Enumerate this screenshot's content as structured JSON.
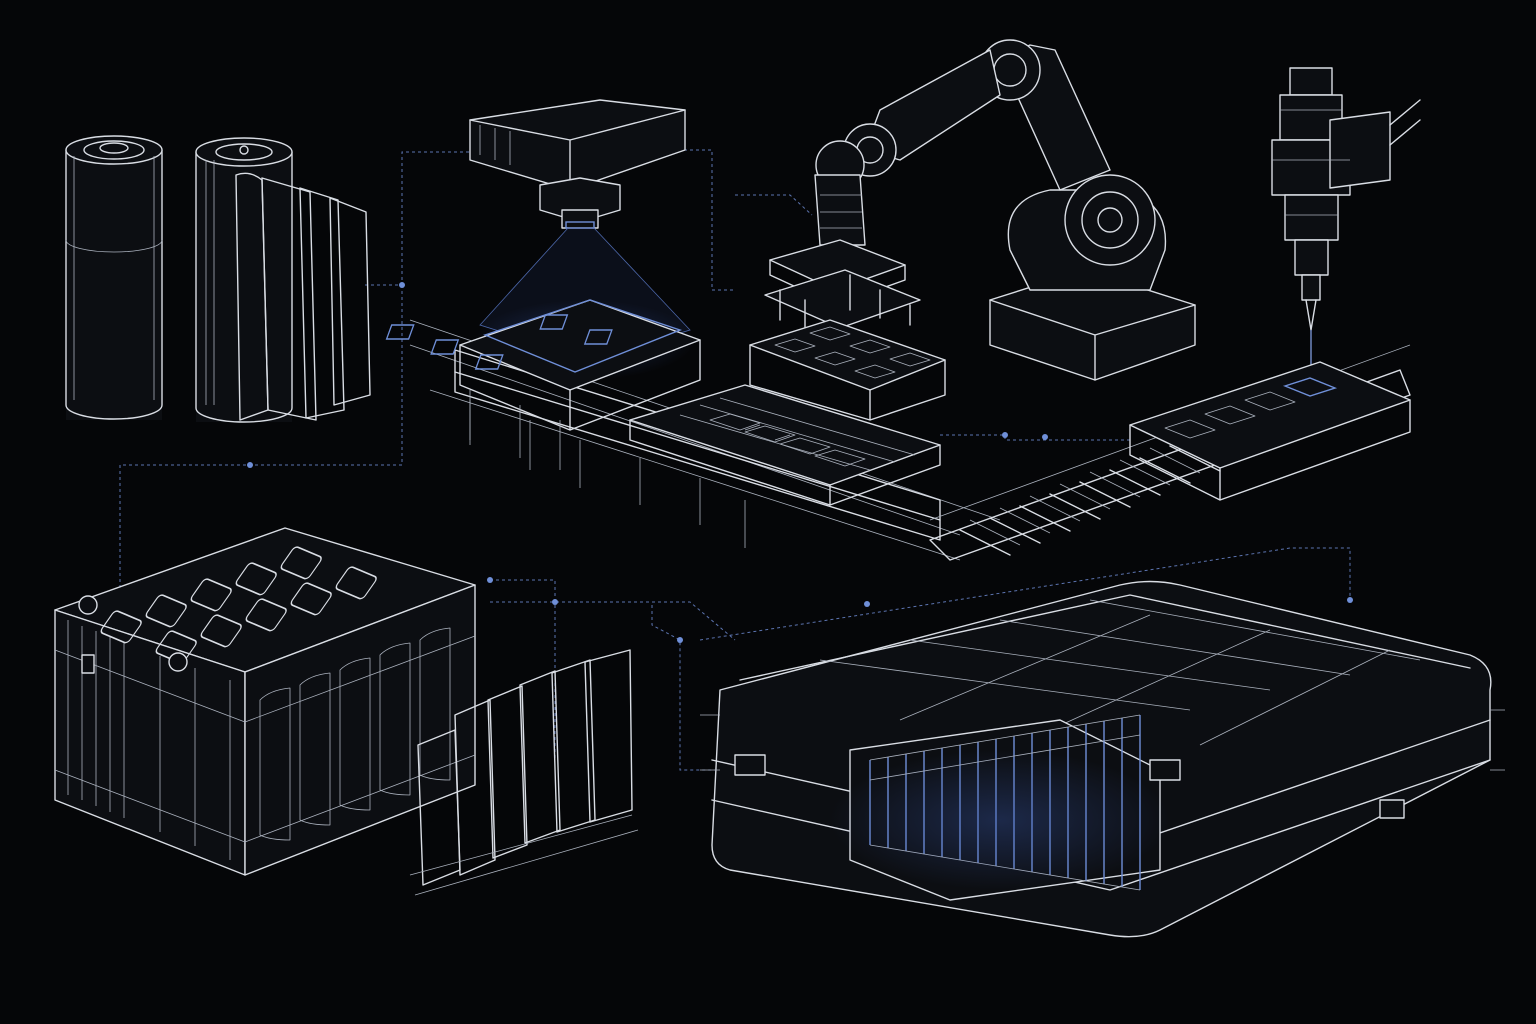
{
  "scene": {
    "background": "#050608",
    "line_color": "#d9dde4",
    "accent_color": "#6f8fd8",
    "connector_color": "#5c74b0"
  },
  "components": [
    "cylindrical-cell",
    "cutaway-cell",
    "inspection-camera",
    "robot-arm-gripper",
    "laser-welding-head",
    "conveyor-line",
    "battery-module",
    "electrode-sheets",
    "battery-pack"
  ]
}
